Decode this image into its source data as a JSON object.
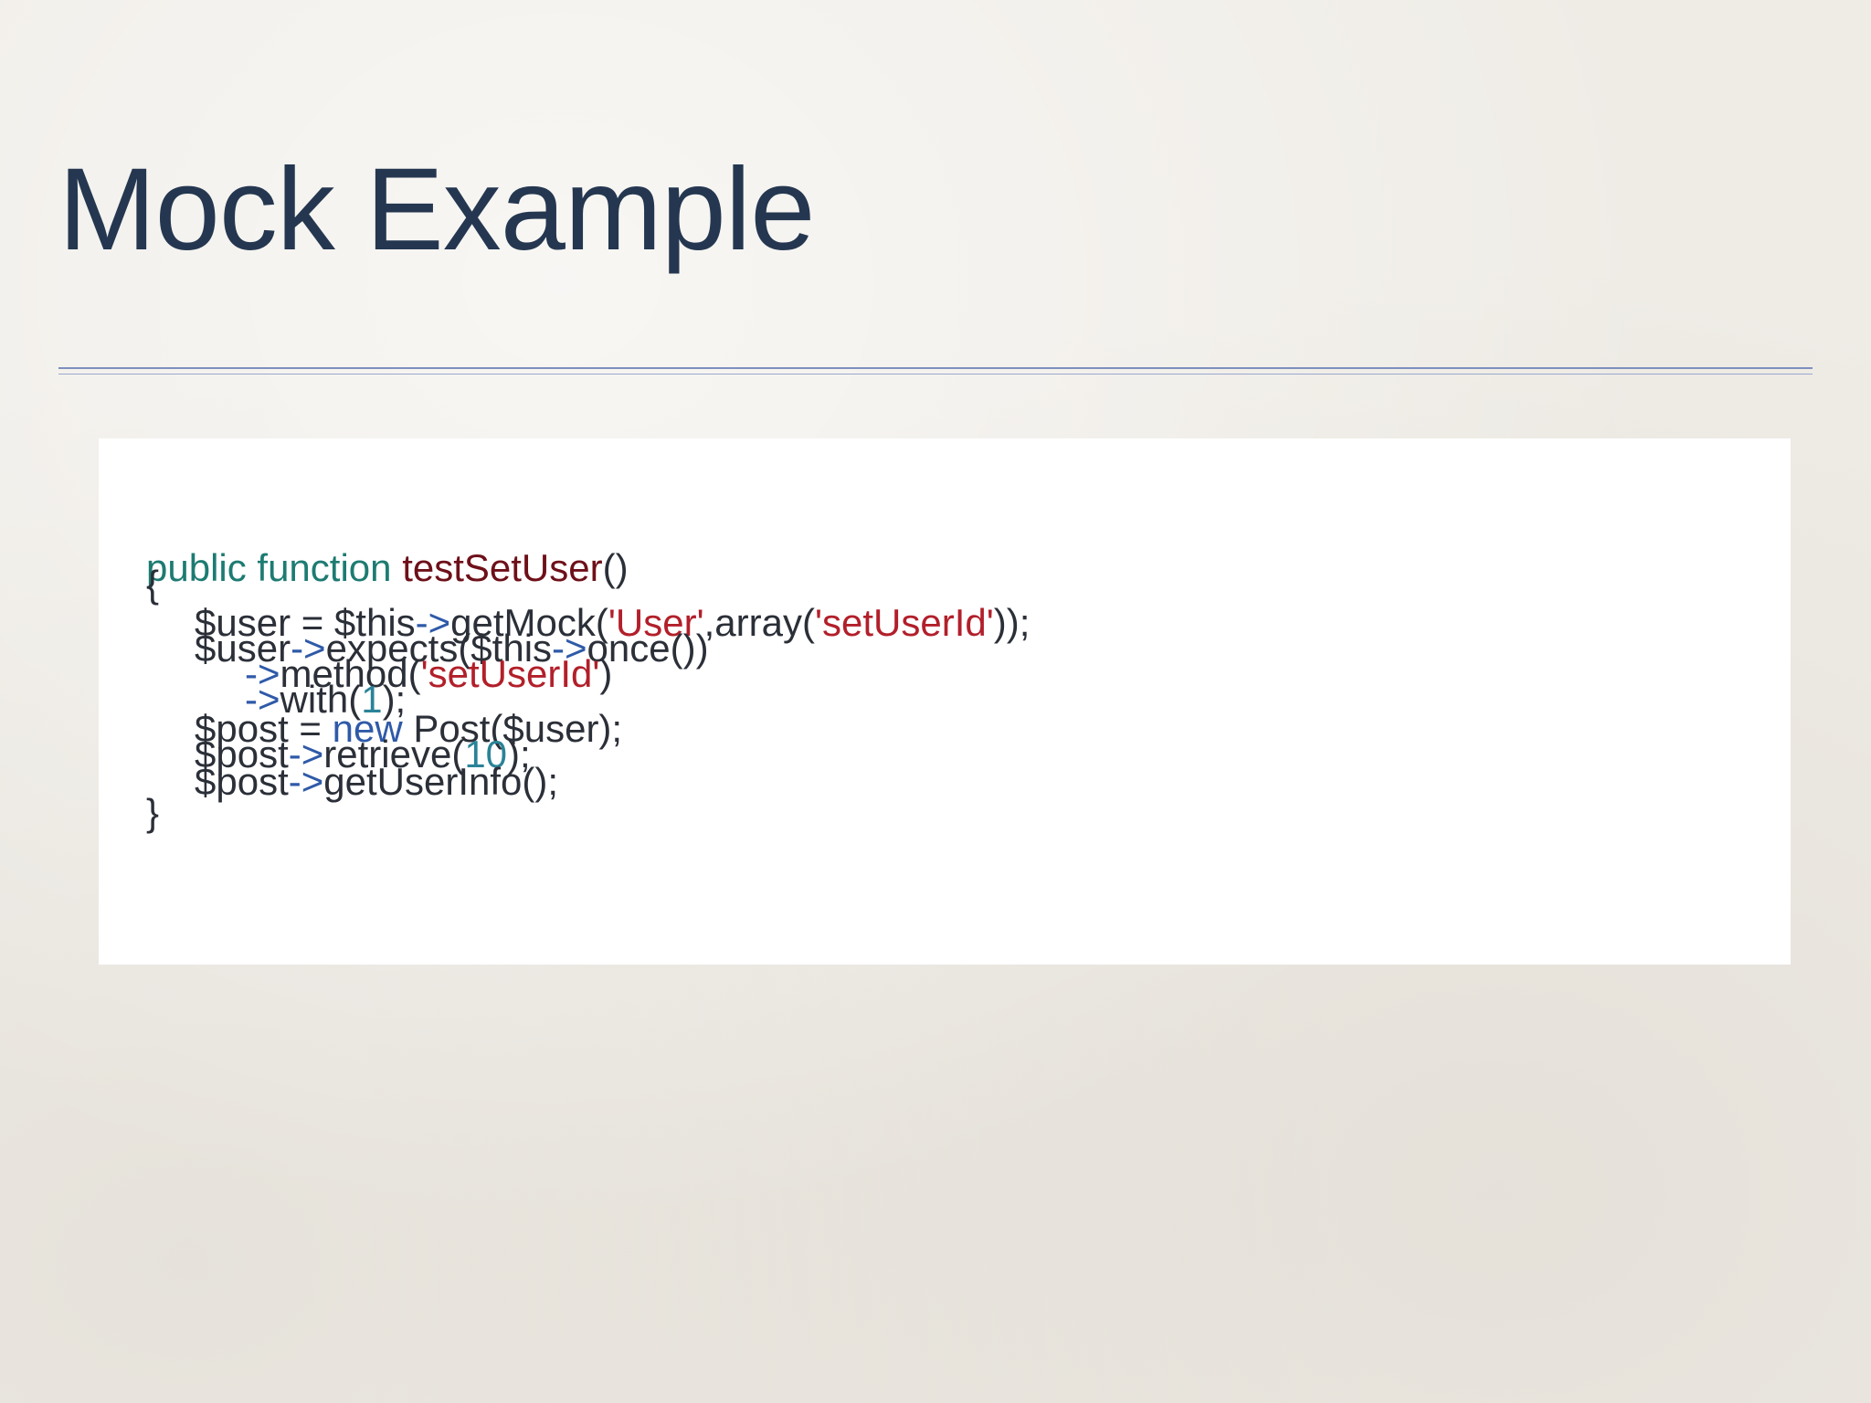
{
  "slide": {
    "title": "Mock Example"
  },
  "code": {
    "lines": [
      [
        {
          "t": "public function ",
          "c": "kw"
        },
        {
          "t": "testSetUser",
          "c": "fn"
        },
        {
          "t": "()",
          "c": ""
        }
      ],
      [
        {
          "t": "{",
          "c": ""
        }
      ],
      [
        {
          "t": "$user = $this",
          "c": ""
        },
        {
          "t": "->",
          "c": "op"
        },
        {
          "t": "getMock(",
          "c": ""
        },
        {
          "t": "'User'",
          "c": "str"
        },
        {
          "t": ",array(",
          "c": ""
        },
        {
          "t": "'setUserId'",
          "c": "str"
        },
        {
          "t": "));",
          "c": ""
        }
      ],
      [
        {
          "t": "$user",
          "c": ""
        },
        {
          "t": "->",
          "c": "op"
        },
        {
          "t": "expects($this",
          "c": ""
        },
        {
          "t": "->",
          "c": "op"
        },
        {
          "t": "once())",
          "c": ""
        }
      ],
      [
        {
          "t": "->",
          "c": "op"
        },
        {
          "t": "method(",
          "c": ""
        },
        {
          "t": "'setUserId'",
          "c": "str"
        },
        {
          "t": ")",
          "c": ""
        }
      ],
      [
        {
          "t": "->",
          "c": "op"
        },
        {
          "t": "with(",
          "c": ""
        },
        {
          "t": "1",
          "c": "num"
        },
        {
          "t": ");",
          "c": ""
        }
      ],
      [
        {
          "t": "$post = ",
          "c": ""
        },
        {
          "t": "new",
          "c": "new"
        },
        {
          "t": " Post($user);",
          "c": ""
        }
      ],
      [
        {
          "t": "$post",
          "c": ""
        },
        {
          "t": "->",
          "c": "op"
        },
        {
          "t": "retrieve(",
          "c": ""
        },
        {
          "t": "10",
          "c": "num"
        },
        {
          "t": ");",
          "c": ""
        }
      ],
      [
        {
          "t": "$post",
          "c": ""
        },
        {
          "t": "->",
          "c": "op"
        },
        {
          "t": "getUserInfo();",
          "c": ""
        }
      ],
      [
        {
          "t": "}",
          "c": ""
        }
      ]
    ]
  }
}
